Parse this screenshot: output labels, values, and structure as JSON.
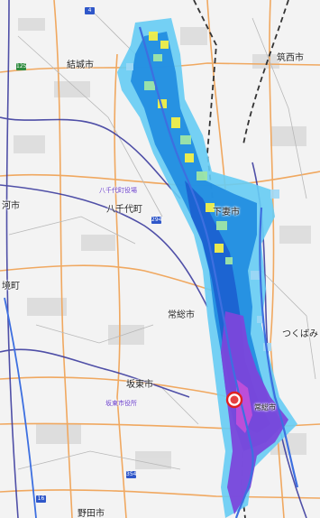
{
  "map": {
    "labels": {
      "yuki": "結城市",
      "chikusei": "筑西市",
      "yachiyo_town_office": "八千代町役場",
      "shimotsuma": "下妻市",
      "yachiyo": "八千代町",
      "koga_cut": "河市",
      "sakai_cut": "境町",
      "joso": "常総市",
      "tsukuba_cut": "つくばみ",
      "bando": "坂東市",
      "bando_city_office": "坂東市役所",
      "joso_east": "常総市",
      "noda": "野田市"
    },
    "route_numbers": [
      "4",
      "125",
      "294",
      "354",
      "16"
    ],
    "colors": {
      "depth_yellow": "#f4f049",
      "depth_light_green": "#9fe6a8",
      "depth_light_blue": "#66ccf4",
      "depth_blue": "#1f8be0",
      "depth_dark_blue": "#1c5fd0",
      "depth_purple": "#7b47db",
      "depth_magenta": "#c44fd8",
      "river": "#3d6fe0",
      "road_main": "#f0a860",
      "railway": "#333333",
      "marker_red": "#e02020"
    }
  }
}
